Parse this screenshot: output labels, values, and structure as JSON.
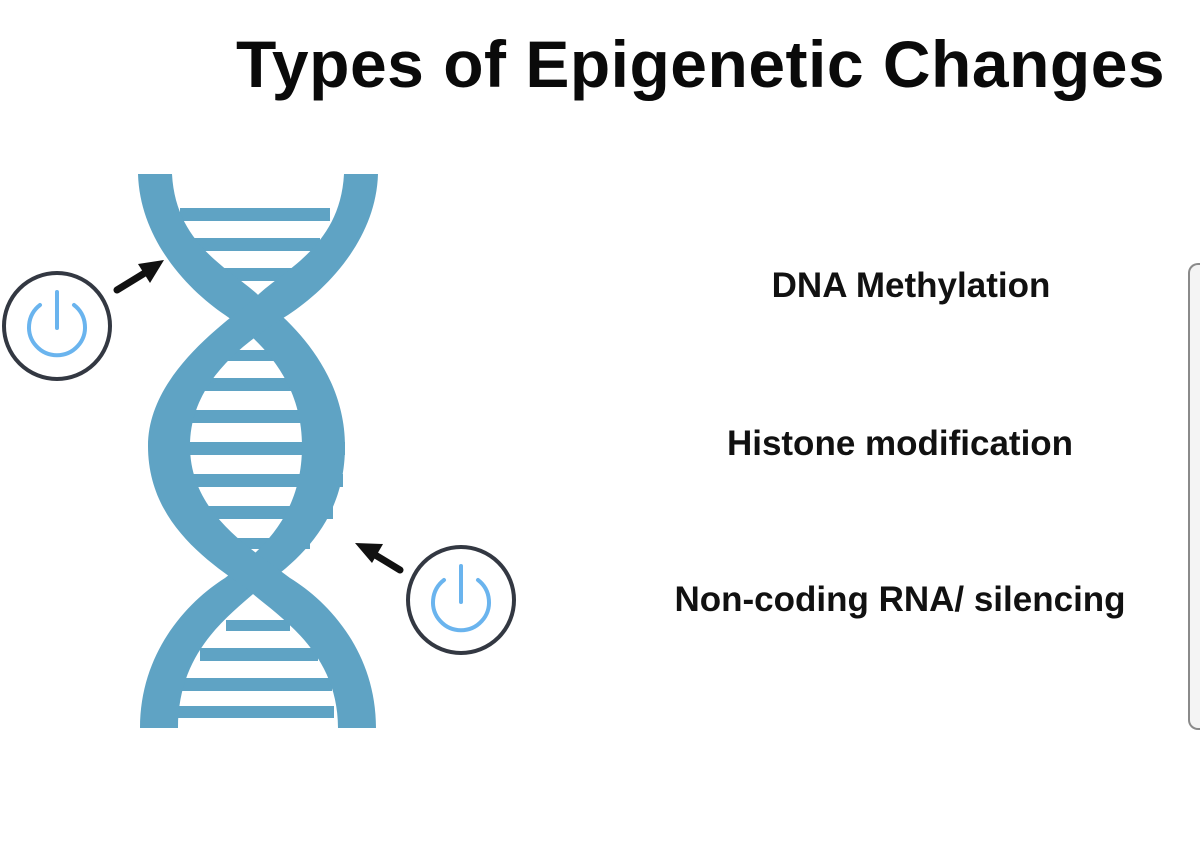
{
  "title": "Types of Epigenetic Changes",
  "items": [
    "DNA Methylation",
    "Histone modification",
    "Non-coding RNA/ silencing"
  ],
  "icons": {
    "dna": "dna-helix-icon",
    "switch": "power-icon",
    "arrow": "arrow-icon"
  },
  "colors": {
    "dna": "#5fa3c4",
    "power_icon": "#6ab4ee",
    "icon_ring": "#333842",
    "arrow": "#111111"
  }
}
